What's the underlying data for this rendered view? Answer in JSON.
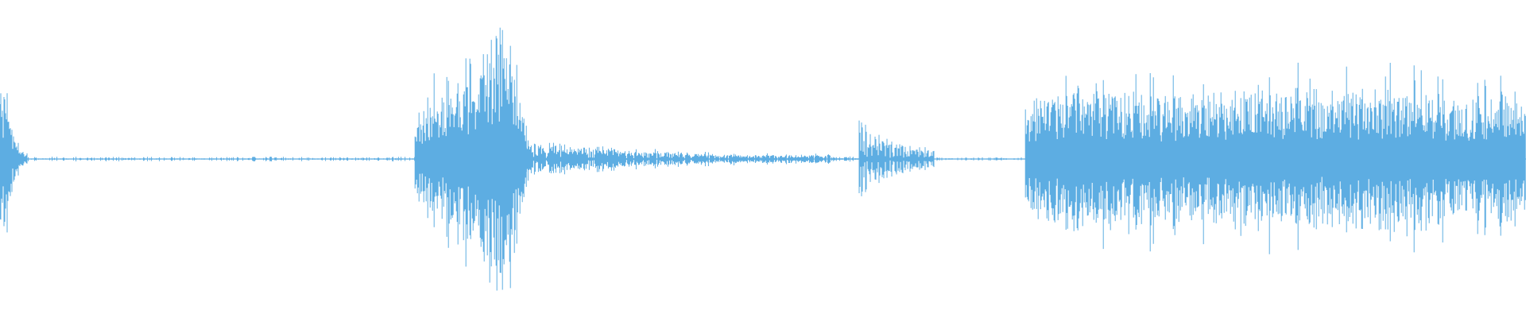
{
  "waveform": {
    "color": "#5dade2",
    "background": "#ffffff",
    "amplitude_scale": [
      0,
      1
    ],
    "segments": [
      {
        "name": "initial-transient",
        "start": 0.0,
        "end": 0.018,
        "peak": 0.72,
        "tail": 0.05,
        "shape": "decay",
        "density": 1.0
      },
      {
        "name": "silence-1",
        "start": 0.018,
        "end": 0.272,
        "peak": 0.015,
        "tail": 0.015,
        "shape": "flat",
        "density": 0.25
      },
      {
        "name": "burst-1",
        "start": 0.272,
        "end": 0.345,
        "peak": 1.0,
        "tail": 0.35,
        "shape": "swell",
        "density": 1.0
      },
      {
        "name": "decay-tail",
        "start": 0.345,
        "end": 0.545,
        "peak": 0.12,
        "tail": 0.03,
        "shape": "decay",
        "density": 0.9
      },
      {
        "name": "silence-2",
        "start": 0.545,
        "end": 0.563,
        "peak": 0.02,
        "tail": 0.02,
        "shape": "flat",
        "density": 0.4
      },
      {
        "name": "burst-2",
        "start": 0.563,
        "end": 0.612,
        "peak": 0.3,
        "tail": 0.08,
        "shape": "decay",
        "density": 0.75
      },
      {
        "name": "silence-3",
        "start": 0.612,
        "end": 0.672,
        "peak": 0.012,
        "tail": 0.012,
        "shape": "flat",
        "density": 0.3
      },
      {
        "name": "sustained-section",
        "start": 0.672,
        "end": 1.0,
        "peak": 0.55,
        "tail": 0.42,
        "shape": "sustain",
        "density": 1.0
      }
    ]
  }
}
